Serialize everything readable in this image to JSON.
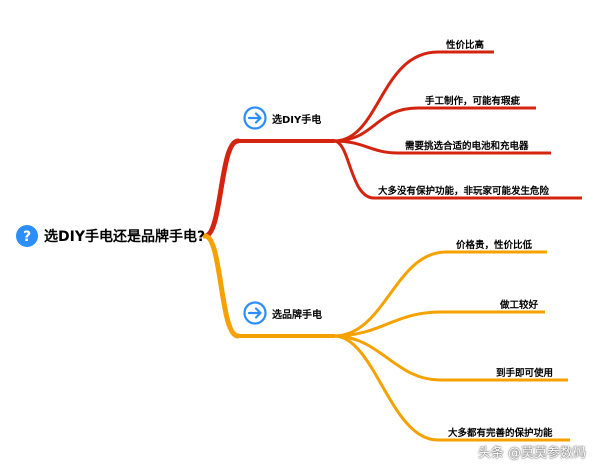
{
  "root": {
    "label": "选DIY手电还是品牌手电?",
    "icon": "question-icon"
  },
  "branches": [
    {
      "label": "选DIY手电",
      "icon": "arrow-right-icon",
      "color": "#d42410",
      "leaves": [
        "性价比高",
        "手工制作，可能有瑕疵",
        "需要挑选合适的电池和充电器",
        "大多没有保护功能，非玩家可能发生危险"
      ]
    },
    {
      "label": "选品牌手电",
      "icon": "arrow-right-icon",
      "color": "#f5a100",
      "leaves": [
        "价格贵，性价比低",
        "做工较好",
        "到手即可使用",
        "大多都有完善的保护功能"
      ]
    }
  ],
  "colors": {
    "red": "#d42410",
    "orange": "#f5a100",
    "icon_blue": "#2c8ef8"
  },
  "watermark": "头条 @莫莫参数码"
}
